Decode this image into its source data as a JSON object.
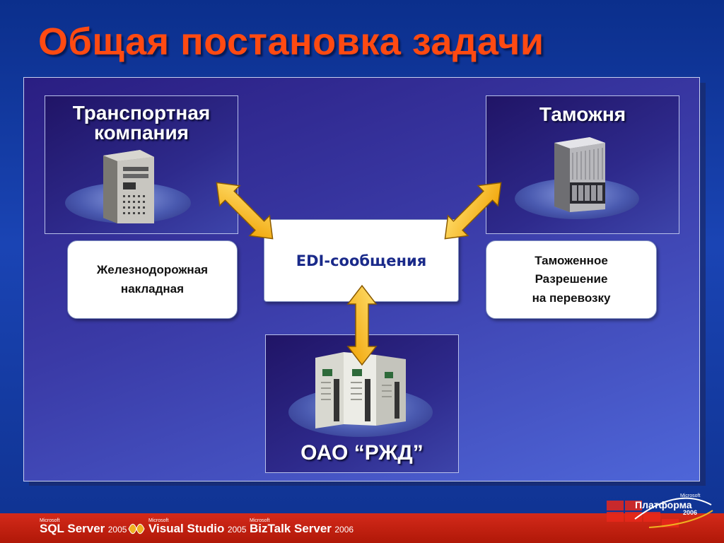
{
  "title": "Общая постановка задачи",
  "nodes": {
    "transport": {
      "line1": "Транспортная",
      "line2": "компания"
    },
    "customs": {
      "label": "Таможня"
    },
    "rzd": {
      "label": "ОАО “РЖД”"
    }
  },
  "documents": {
    "waybill": {
      "line1": "Железнодорожная",
      "line2": "накладная"
    },
    "permit": {
      "line1": "Таможенное",
      "line2": "Разрешение",
      "line3": "на перевозку"
    }
  },
  "edi": {
    "label": "EDI-сообщения"
  },
  "footer": {
    "microsoft": "Microsoft",
    "sql": {
      "name": "SQL Server",
      "year": "2005"
    },
    "vs": {
      "name": "Visual Studio",
      "year": "2005"
    },
    "biztalk": {
      "name": "BizTalk Server",
      "year": "2006"
    },
    "platform": {
      "name": "Платформа",
      "year": "2006"
    }
  },
  "colors": {
    "title": "#ff4a12",
    "arrow": "#ffc000",
    "footer": "#c82010"
  }
}
